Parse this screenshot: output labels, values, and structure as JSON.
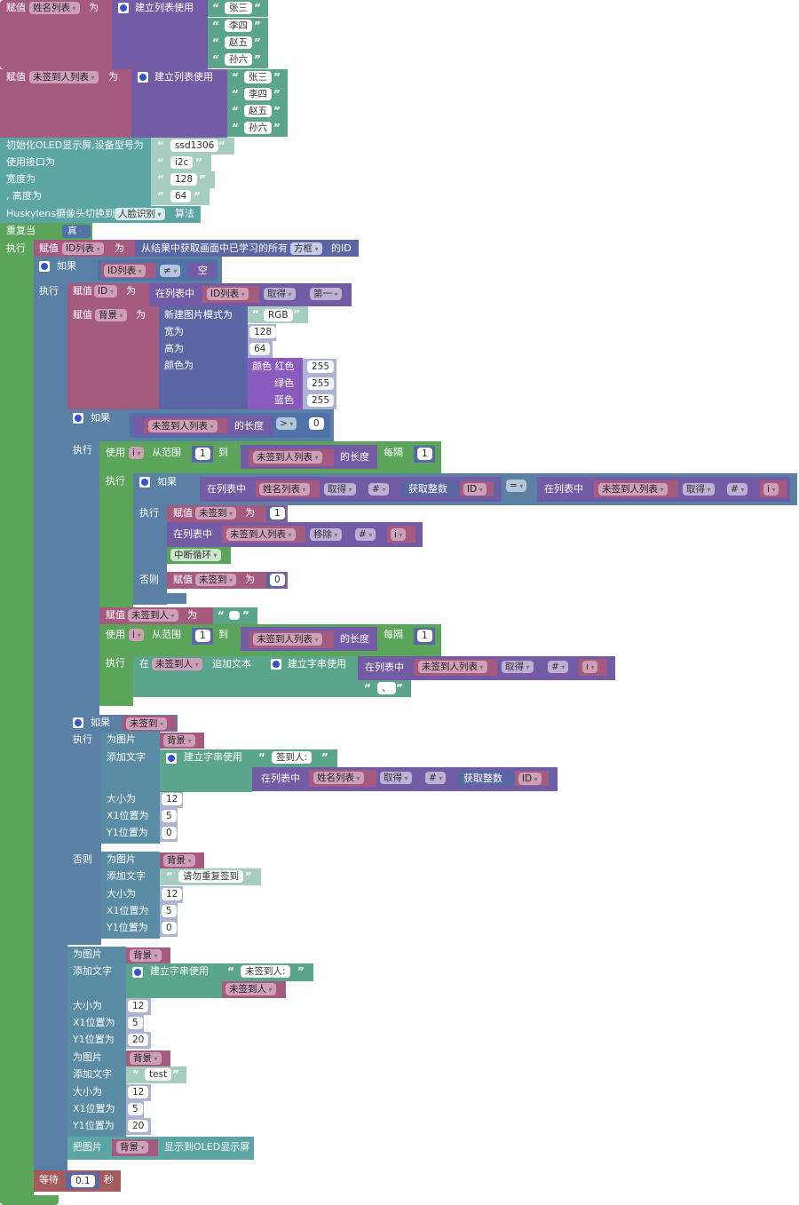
{
  "colors": {
    "variables": "#a55b80",
    "lists": "#745ba5",
    "text": "#5ba58c",
    "math": "#5b67a5",
    "logic": "#5b80a5",
    "loops": "#5ba55b",
    "control": "#5ba55b",
    "oled": "#5ba5a5",
    "huskylens": "#5ba5a5",
    "image": "#5b8ca5",
    "wait": "#a55b5b"
  },
  "b1": {
    "kw": "赋值",
    "var": "姓名列表",
    "wei": "为",
    "lbl": "建立列表使用",
    "i0": "张三",
    "i1": "李四",
    "i2": "赵五",
    "i3": "孙六"
  },
  "b2": {
    "kw": "赋值",
    "var": "未签到人列表",
    "wei": "为",
    "lbl": "建立列表使用",
    "i0": "张三",
    "i1": "李四",
    "i2": "赵五",
    "i3": "孙六"
  },
  "oled": {
    "l0": "初始化OLED显示屏,设备型号为",
    "v0": "ssd1306",
    "l1": "使用接口为",
    "v1": "i2c",
    "l2": "宽度为",
    "v2": "128",
    "l3": ", 高度为",
    "v3": "64"
  },
  "husky": {
    "l": "Huskylens摄像头切换到",
    "dd": "人脸识别",
    "tail": "算法"
  },
  "loop": {
    "kw": "重复当",
    "cond": "真",
    "exec": "执行"
  },
  "ids": {
    "kw": "赋值",
    "var": "ID列表",
    "wei": "为",
    "l1": "从结果中获取画面中已学习的所有",
    "dd": "方框",
    "l2": "的ID"
  },
  "if1": {
    "kw": "如果",
    "var": "ID列表",
    "op": "≠",
    "empty": "空",
    "exec": "执行"
  },
  "setid": {
    "kw": "赋值",
    "var": "ID",
    "wei": "为",
    "l": "在列表中",
    "list": "ID列表",
    "get": "取得",
    "pos": "第一"
  },
  "bg": {
    "kw": "赋值",
    "var": "背景",
    "wei": "为",
    "l": "新建图片模式为",
    "mode": "RGB",
    "wl": "宽为",
    "w": "128",
    "hl": "高为",
    "h": "64",
    "cl": "颜色为",
    "rgbl": "颜色 红色",
    "r": "255",
    "gl": "绿色",
    "g": "255",
    "bl": "蓝色",
    "b": "255"
  },
  "if2": {
    "kw": "如果",
    "var": "未签到人列表",
    "len": "的长度",
    "op": ">",
    "n": "0",
    "exec": "执行"
  },
  "for1": {
    "kw": "使用",
    "i": "i",
    "from": "从范围",
    "start": "1",
    "to": "到",
    "list": "未签到人列表",
    "len": "的长度",
    "step": "每隔",
    "stepv": "1",
    "exec": "执行"
  },
  "if3": {
    "kw": "如果",
    "l": "在列表中",
    "list": "姓名列表",
    "get": "取得",
    "hash": "#",
    "gi": "获取整数",
    "id": "ID",
    "eq": "=",
    "l2": "在列表中",
    "list2": "未签到人列表",
    "get2": "取得",
    "hash2": "#",
    "i": "i",
    "exec": "执行",
    "else": "否则"
  },
  "set1": {
    "kw": "赋值",
    "var": "未签到",
    "wei": "为",
    "v": "1"
  },
  "rm": {
    "l": "在列表中",
    "list": "未签到人列表",
    "op": "移除",
    "hash": "#",
    "i": "i"
  },
  "brk": {
    "l": "中断循环"
  },
  "set0": {
    "kw": "赋值",
    "var": "未签到",
    "wei": "为",
    "v": "0"
  },
  "setp": {
    "kw": "赋值",
    "var": "未签到人",
    "wei": "为"
  },
  "for2": {
    "kw": "使用",
    "i": "i",
    "from": "从范围",
    "start": "1",
    "to": "到",
    "list": "未签到人列表",
    "len": "的长度",
    "step": "每隔",
    "stepv": "1",
    "exec": "执行"
  },
  "app": {
    "l1": "在",
    "var": "未签到人",
    "l2": "追加文本",
    "join": "建立字串使用",
    "l3": "在列表中",
    "list": "未签到人列表",
    "get": "取得",
    "hash": "#",
    "i": "i",
    "sep": "、"
  },
  "if4": {
    "kw": "如果",
    "var": "未签到",
    "exec": "执行",
    "else": "否则"
  },
  "img1": {
    "l1": "为图片",
    "var": "背景",
    "l2": "添加文字",
    "join": "建立字串使用",
    "s": "签到人:",
    "l3": "在列表中",
    "list": "姓名列表",
    "get": "取得",
    "hash": "#",
    "gi": "获取整数",
    "id": "ID",
    "sl": "大小为",
    "sz": "12",
    "xl": "X1位置为",
    "x": "5",
    "yl": "Y1位置为",
    "y": "0"
  },
  "img2": {
    "l1": "为图片",
    "var": "背景",
    "l2": "添加文字",
    "s": "请勿重复签到",
    "sl": "大小为",
    "sz": "12",
    "xl": "X1位置为",
    "x": "5",
    "yl": "Y1位置为",
    "y": "0"
  },
  "img3": {
    "l1": "为图片",
    "var": "背景",
    "l2": "添加文字",
    "join": "建立字串使用",
    "s": "未签到人:",
    "var2": "未签到人",
    "sl": "大小为",
    "sz": "12",
    "xl": "X1位置为",
    "x": "5",
    "yl": "Y1位置为",
    "y": "20"
  },
  "img4": {
    "l1": "为图片",
    "var": "背景",
    "l2": "添加文字",
    "s": "test",
    "sl": "大小为",
    "sz": "12",
    "xl": "X1位置为",
    "x": "5",
    "yl": "Y1位置为",
    "y": "20"
  },
  "show": {
    "l1": "把图片",
    "var": "背景",
    "l2": "显示到OLED显示屏"
  },
  "wait": {
    "l": "等待",
    "v": "0.1",
    "u": "秒"
  }
}
